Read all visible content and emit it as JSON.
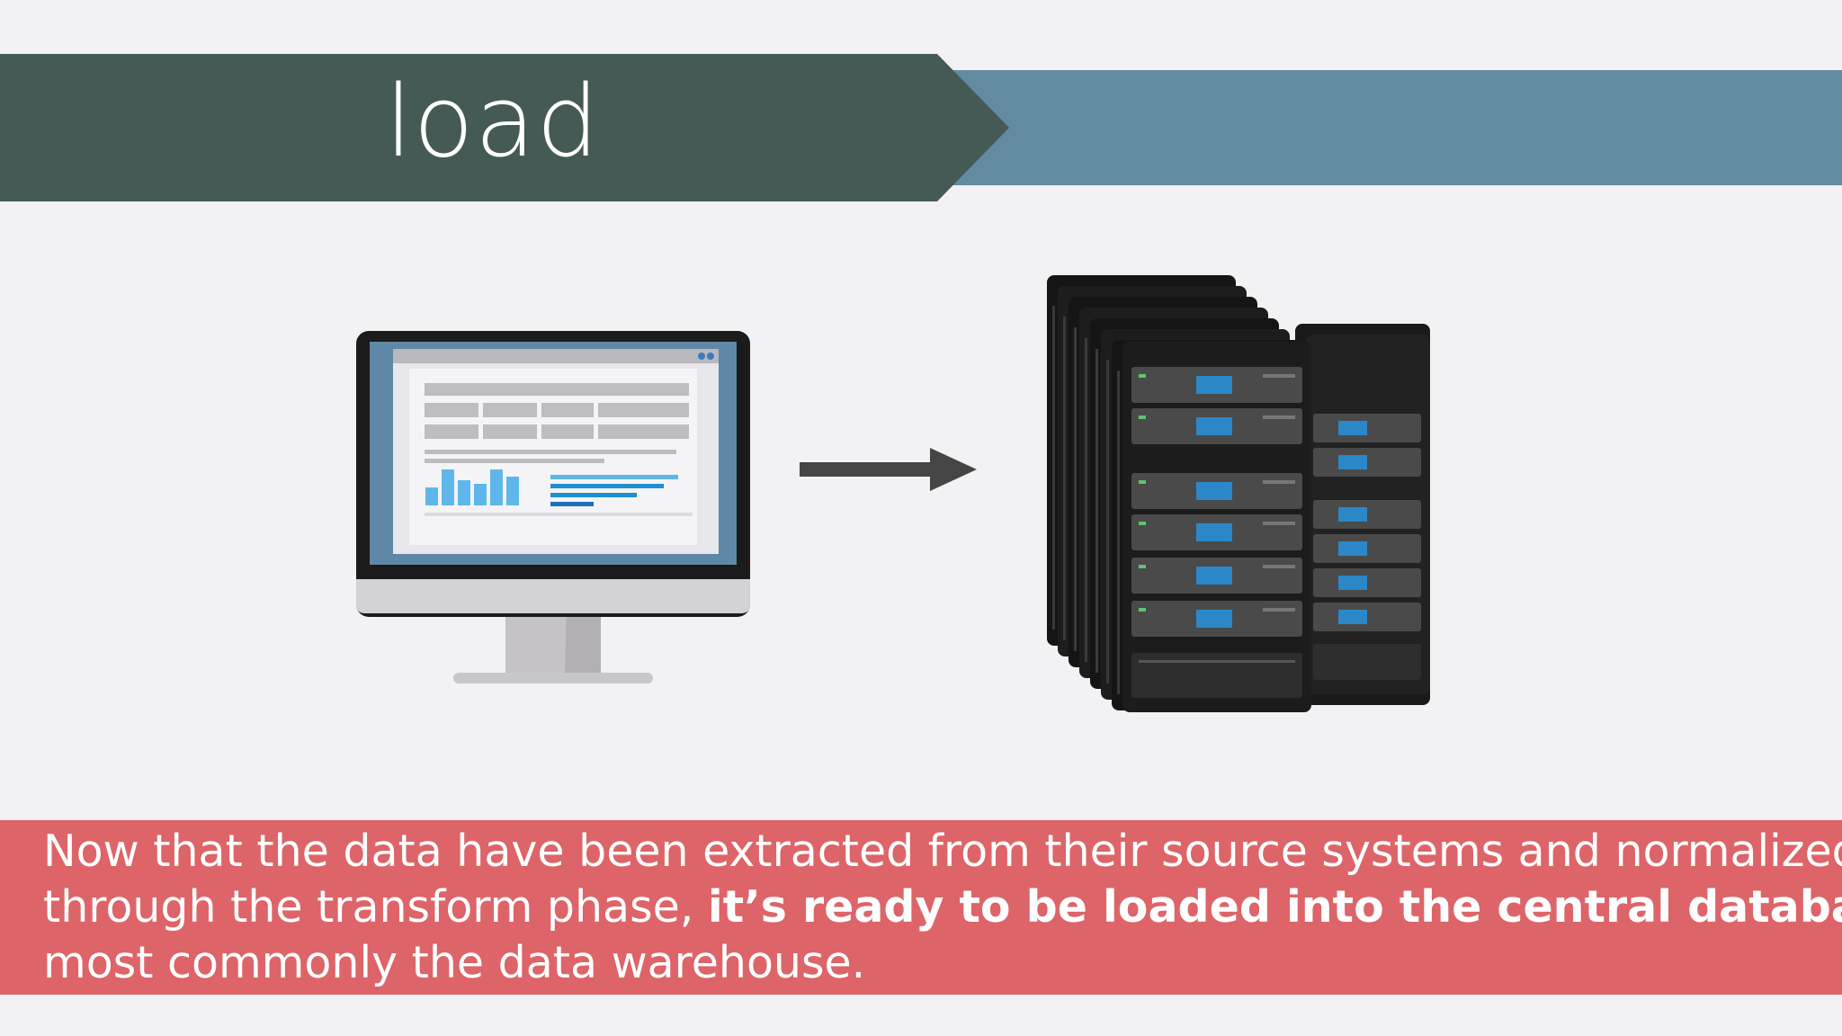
{
  "banner": {
    "title": "load"
  },
  "caption": {
    "line1": "Now that the data have been extracted from their source systems and normalized",
    "line2_pre": "through the transform phase, ",
    "line2_bold": "it’s ready to be loaded into the central database",
    "line2_post": ",",
    "line3": "most commonly the data warehouse."
  },
  "colors": {
    "banner_dark": "#455a55",
    "banner_light": "#628aa1",
    "caption_bg": "#dd6468",
    "page_bg": "#f2f1f3"
  },
  "icons": [
    "computer-monitor-icon",
    "right-arrow-icon",
    "server-rack-icon"
  ]
}
